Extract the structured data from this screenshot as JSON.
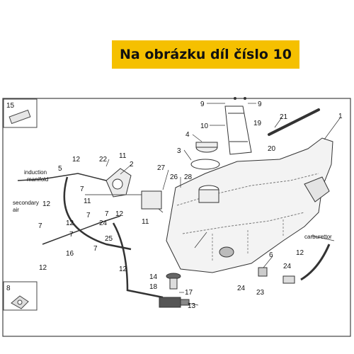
{
  "header": {
    "title": "Na obrázku díl číslo 10"
  },
  "diagram": {
    "callouts": [
      "1",
      "2",
      "3",
      "4",
      "5",
      "6",
      "7",
      "8",
      "9",
      "10",
      "11",
      "12",
      "13",
      "14",
      "15",
      "16",
      "17",
      "18",
      "19",
      "20",
      "21",
      "22",
      "23",
      "24",
      "25",
      "26",
      "27",
      "28"
    ],
    "text_labels": {
      "induction_manifold": "induction\nmanifold",
      "secondary_air": "secondary\nair",
      "carburettor": "carburettor"
    }
  }
}
